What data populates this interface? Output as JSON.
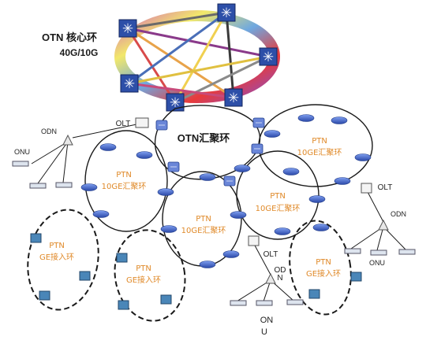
{
  "core_ring": {
    "title": "OTN 核心环",
    "rate": "40G/10G"
  },
  "aggregation_ring": {
    "title": "OTN汇聚环"
  },
  "ptn_10ge_rings": [
    {
      "line1": "PTN",
      "line2": "10GE汇聚环"
    },
    {
      "line1": "PTN",
      "line2": "10GE汇聚环"
    },
    {
      "line1": "PTN",
      "line2": "10GE汇聚环"
    },
    {
      "line1": "PTN",
      "line2": "10GE汇聚环"
    }
  ],
  "ptn_ge_rings": [
    {
      "line1": "PTN",
      "line2": "GE接入环"
    },
    {
      "line1": "PTN",
      "line2": "GE接入环"
    },
    {
      "line1": "PTN",
      "line2": "GE接入环"
    }
  ],
  "access": {
    "olt_left": "OLT",
    "odn_left": "ODN",
    "onu_left": "ONU",
    "olt_right": "OLT",
    "odn_right": "ODN",
    "onu_right": "ONU",
    "olt_bottom": "OLT",
    "od_bottom": "OD",
    "n_bottom": "N",
    "on_bottom": "ON",
    "u_bottom": "U"
  },
  "colors": {
    "ring_line": "#1a1a1a",
    "node_blue": "#3a5fc8",
    "switch_blue": "#2d4fa8",
    "ptn_text": "#e08a2a",
    "onu_box": "#4a86b8"
  }
}
